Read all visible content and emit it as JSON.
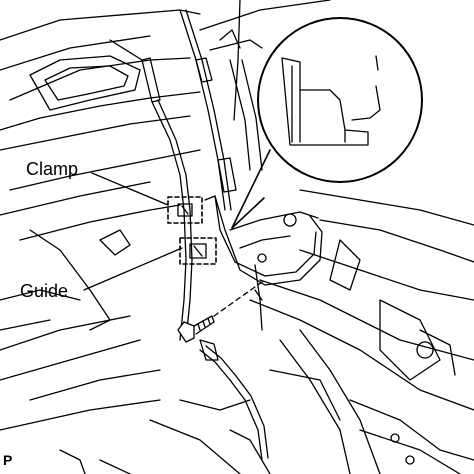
{
  "callouts": {
    "clamp": "Clamp",
    "guide": "Guide"
  },
  "figure_code": "P",
  "colors": {
    "line": "#000000",
    "background": "#ffffff"
  },
  "icons": {
    "bolt": "bolt-icon",
    "clamp_marker": "dashed-box-marker",
    "guide_marker": "dashed-box-marker",
    "magnifier": "detail-circle"
  }
}
